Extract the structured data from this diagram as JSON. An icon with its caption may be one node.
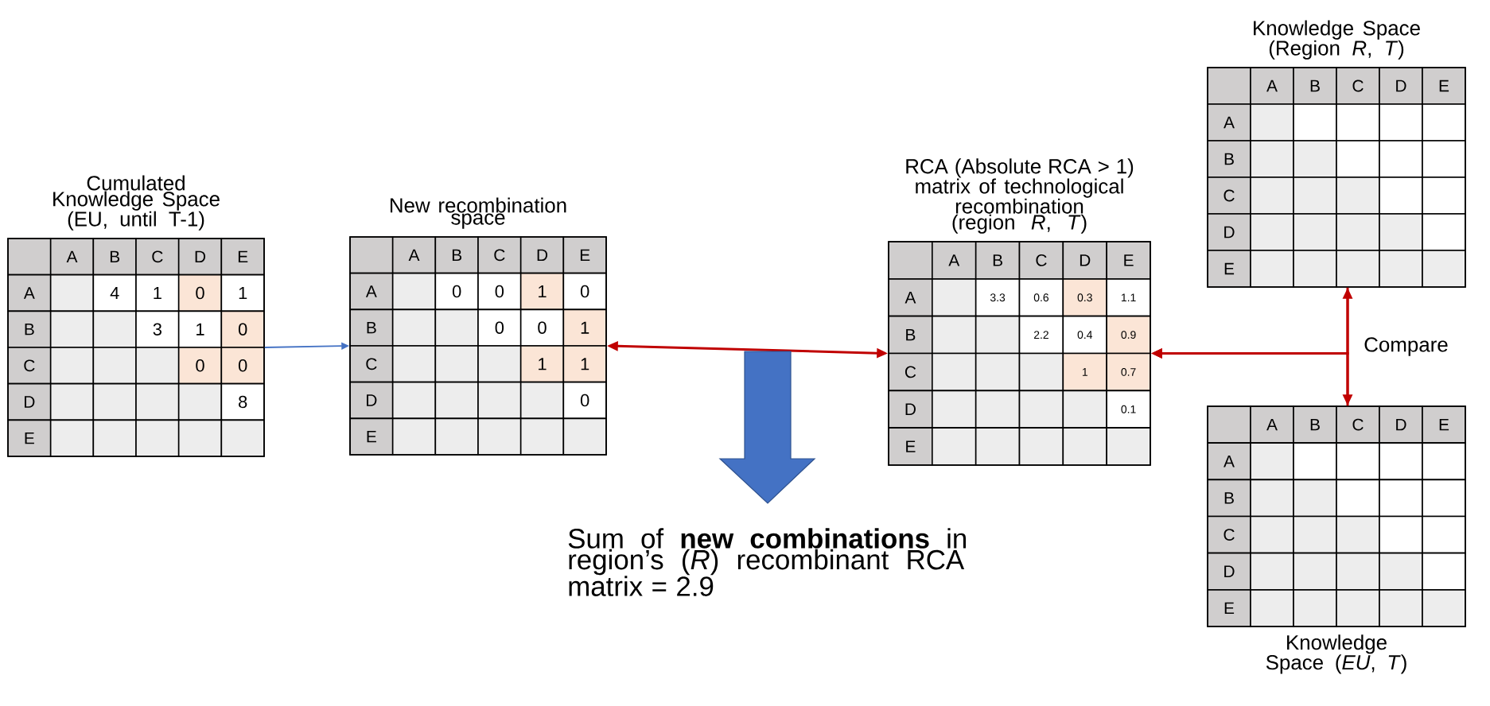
{
  "diagram": {
    "nodes": [
      {
        "text": [
          "Cumulated Knowledge Space (EU, until T-1)",
          "A",
          "B",
          "C",
          "D",
          "E",
          "A",
          "B",
          "C",
          "D",
          "E",
          "4",
          "1",
          "0",
          "1",
          "3",
          "1",
          "0",
          "0",
          "0",
          "8"
        ]
      },
      {
        "text": [
          "New recombination space",
          "A",
          "B",
          "C",
          "D",
          "E",
          "A",
          "B",
          "C",
          "D",
          "E",
          "0",
          "0",
          "1",
          "0",
          "0",
          "0",
          "1",
          "1",
          "1",
          "0"
        ]
      },
      {
        "text": [
          "RCA (Absolute RCA > 1) matrix of technological recombination (region *R*, *T*)",
          "A",
          "B",
          "C",
          "D",
          "E",
          "A",
          "B",
          "C",
          "D",
          "E",
          "3.3",
          "0.6",
          "0.3",
          "1.1",
          "2.2",
          "0.4",
          "0.9",
          "1",
          "0.7",
          "0.1"
        ]
      },
      {
        "text": [
          "Knowledge Space (Region *R*, *T*)",
          "A",
          "B",
          "C",
          "D",
          "E",
          "A",
          "B",
          "C",
          "D",
          "E"
        ]
      },
      {
        "text": [
          "Knowledge Space (*EU*, *T*)",
          "A",
          "B",
          "C",
          "D",
          "E",
          "A",
          "B",
          "C",
          "D",
          "E"
        ]
      }
    ],
    "edges": [
      {
        "from": 0,
        "to": 1,
        "arrow": "to",
        "color": "#4472c4"
      },
      {
        "from": 1,
        "to": 2,
        "arrow": "both"
      },
      {
        "from": 3,
        "to": 4,
        "arrow": "both",
        "label": "Compare"
      },
      {
        "from": 3,
        "to": 2,
        "arrow": "to"
      },
      {
        "from": 4,
        "to": 2,
        "arrow": "to"
      }
    ],
    "labels": [
      "Sum of **new combinations** in region’s (*R*) recombinant RCA matrix = 2.9"
    ]
  }
}
